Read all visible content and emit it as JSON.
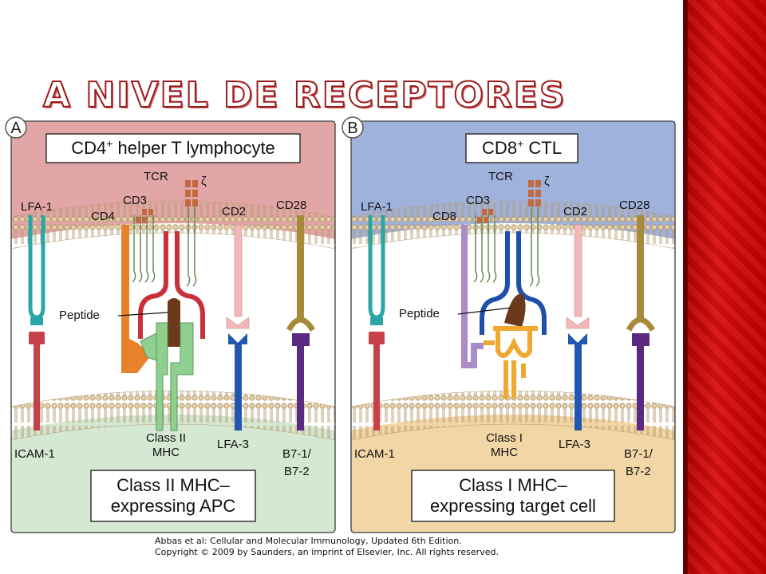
{
  "slide": {
    "title": "A nivel de receptores",
    "credit_line1": "Abbas et al: Cellular and Molecular Immunology, Updated 6th Edition.",
    "credit_line2": "Copyright © 2009 by Saunders, an imprint of Elsevier, Inc. All rights reserved."
  },
  "colors": {
    "sidebar": "#c00000",
    "title_outline": "#9c1a1a",
    "panel_a_top": "#e3a6a6",
    "panel_a_bottom": "#d4e8d2",
    "panel_b_top": "#9fb2dc",
    "panel_b_bottom": "#f3d6a6",
    "membrane": "#d8c09a",
    "lfa1": "#2aa6a6",
    "icam1": "#c8404a",
    "cd4": "#e8822a",
    "cd8": "#a98cc8",
    "class2": "#8fcf8f",
    "class1": "#f0a830",
    "peptide": "#6b3a1a",
    "tcr_red": "#c8303a",
    "tcr_blue": "#1f4fa8",
    "cd2": "#f2b8b8",
    "lfa3": "#2356b0",
    "cd28": "#a88a3a",
    "b7": "#5a2a80"
  },
  "panel_a": {
    "letter": "A",
    "cell_label": "CD4",
    "cell_label_sup": "+",
    "cell_label_rest": " helper T lymphocyte",
    "labels": {
      "tcr": "TCR",
      "zeta": "ζ",
      "cd3": "CD3",
      "coreceptor": "CD4",
      "lfa1": "LFA-1",
      "cd2": "CD2",
      "cd28": "CD28",
      "peptide": "Peptide",
      "icam1": "ICAM-1",
      "mhc_line1": "Class II",
      "mhc_line2": "MHC",
      "lfa3": "LFA-3",
      "b7_line1": "B7-1/",
      "b7_line2": "B7-2"
    },
    "apc_line1": "Class II MHC–",
    "apc_line2": "expressing APC"
  },
  "panel_b": {
    "letter": "B",
    "cell_label": "CD8",
    "cell_label_sup": "+",
    "cell_label_rest": " CTL",
    "labels": {
      "tcr": "TCR",
      "zeta": "ζ",
      "cd3": "CD3",
      "coreceptor": "CD8",
      "lfa1": "LFA-1",
      "cd2": "CD2",
      "cd28": "CD28",
      "peptide": "Peptide",
      "icam1": "ICAM-1",
      "mhc_line1": "Class I",
      "mhc_line2": "MHC",
      "lfa3": "LFA-3",
      "b7_line1": "B7-1/",
      "b7_line2": "B7-2"
    },
    "apc_line1": "Class I MHC–",
    "apc_line2": "expressing target cell"
  }
}
